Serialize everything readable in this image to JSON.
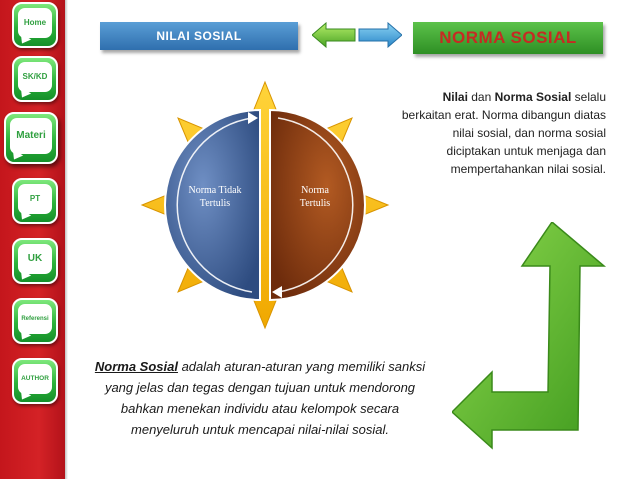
{
  "sidebar": {
    "items": [
      {
        "label": "Home",
        "active": false
      },
      {
        "label": "SK/KD",
        "active": false
      },
      {
        "label": "Materi",
        "active": true
      },
      {
        "label": "PT",
        "active": false
      },
      {
        "label": "UK",
        "active": false
      },
      {
        "label": "Referensi",
        "active": false
      },
      {
        "label": "AUTHOR",
        "active": false
      }
    ]
  },
  "header": {
    "nilai_tab": "NILAI SOSIAL",
    "norma_tab": "NORMA SOSIAL"
  },
  "right_text": {
    "term1": "Nilai",
    "mid1": " dan ",
    "term2": "Norma Sosial",
    "rest": " selalu berkaitan erat. Norma dibangun diatas nilai sosial, dan norma sosial diciptakan untuk menjaga dan mempertahankan nilai sosial."
  },
  "diagram": {
    "left_label_1": "Norma Tidak",
    "left_label_2": "Tertulis",
    "right_label_1": "Norma",
    "right_label_2": "Tertulis"
  },
  "bottom_text": {
    "term": "Norma Sosial",
    "rest": " adalah aturan-aturan yang memiliki sanksi yang jelas dan tegas dengan tujuan untuk mendorong bahkan menekan individu atau kelompok secara menyeluruh untuk mencapai nilai-nilai sosial."
  },
  "colors": {
    "sidebar": "#c4161c",
    "nav_green": "#2db23a",
    "nilai_tab": "#2f6fae",
    "norma_tab": "#2e8f24",
    "norma_text": "#c62a23",
    "star": "#f5b715",
    "left_half": "#3b5c94",
    "right_half": "#8a3a12"
  }
}
